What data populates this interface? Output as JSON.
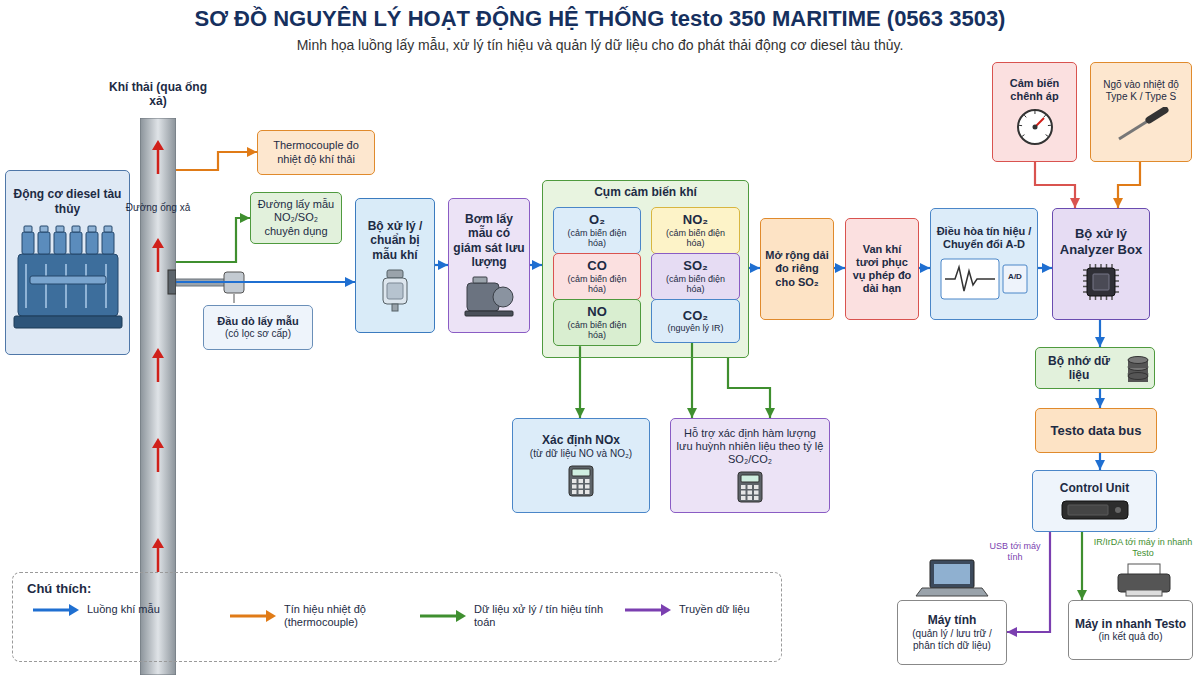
{
  "diagram": {
    "title": "SƠ ĐỒ NGUYÊN LÝ HOẠT ĐỘNG HỆ THỐNG testo 350 MARITIME (0563 3503)",
    "caption": "Minh họa luồng lấy mẫu, xử lý tín hiệu và quản lý dữ liệu cho đo phát thải động cơ diesel tàu thủy.",
    "nodes": [
      {
        "text": [
          "Động cơ diesel tàu thủy"
        ]
      },
      {
        "text": [
          "Khí thải (qua ống xả)",
          "Đường ống xả"
        ]
      },
      {
        "text": [
          "Thermocouple đo nhiệt độ khí thải"
        ]
      },
      {
        "text": [
          "Đường lấy mẫu NO₂/SO₂ chuyên dụng"
        ]
      },
      {
        "text": [
          "Đầu dò lấy mẫu",
          "(có lọc sơ cấp)"
        ]
      },
      {
        "text": [
          "Bộ xử lý / chuẩn bị mẫu khí"
        ]
      },
      {
        "text": [
          "Bơm lấy mẫu có giám sát lưu lượng"
        ]
      },
      {
        "text": [
          "Cụm cảm biến khí"
        ]
      },
      {
        "text": [
          "O₂",
          "(cảm biến điện hóa)"
        ],
        "in": 7
      },
      {
        "text": [
          "NO₂",
          "(cảm biến điện hóa)"
        ],
        "in": 7
      },
      {
        "text": [
          "CO",
          "(cảm biến điện hóa)"
        ],
        "in": 7
      },
      {
        "text": [
          "SO₂",
          "(cảm biến điện hóa)"
        ],
        "in": 7
      },
      {
        "text": [
          "NO",
          "(cảm biến điện hóa)"
        ],
        "in": 7
      },
      {
        "text": [
          "CO₂",
          "(nguyên lý IR)"
        ],
        "in": 7
      },
      {
        "text": [
          "Xác định NOx",
          "(từ dữ liệu NO và NO₂)"
        ]
      },
      {
        "text": [
          "Hỗ trợ xác định hàm lượng lưu huỳnh nhiên liệu theo tỷ lệ SO₂/CO₂"
        ]
      },
      {
        "text": [
          "Mở rộng dải đo riêng cho SO₂"
        ]
      },
      {
        "text": [
          "Van khí tươi phục vụ phép đo dài hạn"
        ]
      },
      {
        "text": [
          "Điều hòa tín hiệu / Chuyển đổi A-D"
        ]
      },
      {
        "text": [
          "Cảm biến chênh áp"
        ]
      },
      {
        "text": [
          "Ngõ vào nhiệt độ Type K / Type S"
        ]
      },
      {
        "text": [
          "Bộ xử lý Analyzer Box"
        ]
      },
      {
        "text": [
          "Bộ nhớ dữ liệu"
        ]
      },
      {
        "text": [
          "Testo data bus"
        ]
      },
      {
        "text": [
          "Control Unit"
        ]
      },
      {
        "text": [
          "Máy tính",
          "(quản lý / lưu trữ / phân tích dữ liệu)"
        ]
      },
      {
        "text": [
          "Máy in nhanh Testo",
          "(in kết quả đo)"
        ]
      }
    ],
    "edges": [
      {
        "from": 1,
        "to": 2,
        "arrow": "to"
      },
      {
        "from": 1,
        "to": 3,
        "arrow": "to"
      },
      {
        "from": 1,
        "to": 5,
        "arrow": "to"
      },
      {
        "from": 5,
        "to": 6,
        "arrow": "to"
      },
      {
        "from": 6,
        "to": 7,
        "arrow": "to"
      },
      {
        "from": 7,
        "to": 16,
        "arrow": "to"
      },
      {
        "from": 16,
        "to": 17,
        "arrow": "to"
      },
      {
        "from": 17,
        "to": 18,
        "arrow": "to"
      },
      {
        "from": 18,
        "to": 21,
        "arrow": "to"
      },
      {
        "from": 19,
        "to": 21,
        "arrow": "to"
      },
      {
        "from": 20,
        "to": 21,
        "arrow": "to"
      },
      {
        "from": 21,
        "to": 22,
        "arrow": "to"
      },
      {
        "from": 22,
        "to": 23,
        "arrow": "to"
      },
      {
        "from": 23,
        "to": 24,
        "arrow": "to"
      },
      {
        "from": 24,
        "to": 25,
        "arrow": "to",
        "label": "USB tới máy tính"
      },
      {
        "from": 24,
        "to": 26,
        "arrow": "to",
        "label": "IR/IrDA tới máy in nhanh Testo"
      },
      {
        "from": 12,
        "to": 14,
        "arrow": "to"
      },
      {
        "from": 13,
        "to": 15,
        "arrow": "to"
      },
      {
        "from": 7,
        "to": 15,
        "arrow": "to"
      }
    ],
    "labels": [
      "Chú thích:",
      "A/D"
    ],
    "legend": [
      {
        "text": "Luồng khí mẫu"
      },
      {
        "text": "Tín hiệu nhiệt độ (thermocouple)"
      },
      {
        "text": "Dữ liệu xử lý / tín hiệu tính toán"
      },
      {
        "text": "Truyền dữ liệu"
      }
    ]
  }
}
